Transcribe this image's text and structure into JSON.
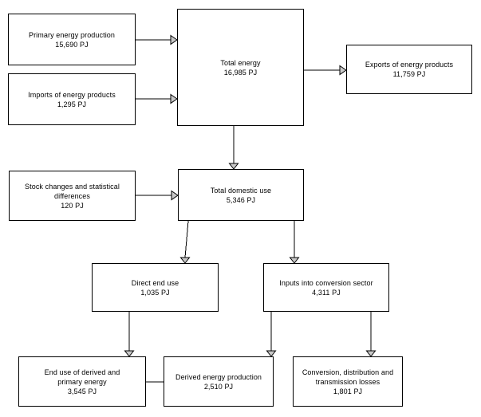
{
  "diagram": {
    "type": "flow-diagram",
    "title": "",
    "unit": "PJ",
    "background_color": "#ffffff",
    "node_border_color": "#000000",
    "edge_color": "#000000",
    "arrowhead_fill": "#c8c8c8",
    "nodes": [
      {
        "id": "primary-energy-production",
        "label": "Primary energy production",
        "value": "15,690 PJ"
      },
      {
        "id": "imports-of-energy-products",
        "label": "Imports of energy products",
        "value": "1,295 PJ"
      },
      {
        "id": "total-energy",
        "label": "Total energy",
        "value": "16,985 PJ"
      },
      {
        "id": "exports-of-energy-products",
        "label": "Exports of energy products",
        "value": "11,759 PJ"
      },
      {
        "id": "stock-changes-and-statistical-differences",
        "label": "Stock changes and statistical\ndifferences",
        "value": "120 PJ"
      },
      {
        "id": "total-domestic-use",
        "label": "Total domestic use",
        "value": "5,346 PJ"
      },
      {
        "id": "direct-end-use",
        "label": "Direct end use",
        "value": "1,035 PJ"
      },
      {
        "id": "inputs-into-conversion-sector",
        "label": "Inputs into conversion sector",
        "value": "4,311 PJ"
      },
      {
        "id": "end-use-of-derived-and-primary-energy",
        "label": "End use of derived and\nprimary energy",
        "value": "3,545 PJ"
      },
      {
        "id": "derived-energy-production",
        "label": "Derived energy production",
        "value": "2,510 PJ"
      },
      {
        "id": "conversion-distribution-and-transmission-losses",
        "label": "Conversion, distribution and\ntransmission losses",
        "value": "1,801 PJ"
      }
    ],
    "edges": [
      {
        "from": "primary-energy-production",
        "to": "total-energy"
      },
      {
        "from": "imports-of-energy-products",
        "to": "total-energy"
      },
      {
        "from": "total-energy",
        "to": "exports-of-energy-products"
      },
      {
        "from": "total-energy",
        "to": "total-domestic-use"
      },
      {
        "from": "stock-changes-and-statistical-differences",
        "to": "total-domestic-use"
      },
      {
        "from": "total-domestic-use",
        "to": "direct-end-use"
      },
      {
        "from": "total-domestic-use",
        "to": "inputs-into-conversion-sector"
      },
      {
        "from": "direct-end-use",
        "to": "end-use-of-derived-and-primary-energy"
      },
      {
        "from": "inputs-into-conversion-sector",
        "to": "derived-energy-production"
      },
      {
        "from": "inputs-into-conversion-sector",
        "to": "conversion-distribution-and-transmission-losses"
      },
      {
        "from": "derived-energy-production",
        "to": "end-use-of-derived-and-primary-energy"
      }
    ]
  }
}
